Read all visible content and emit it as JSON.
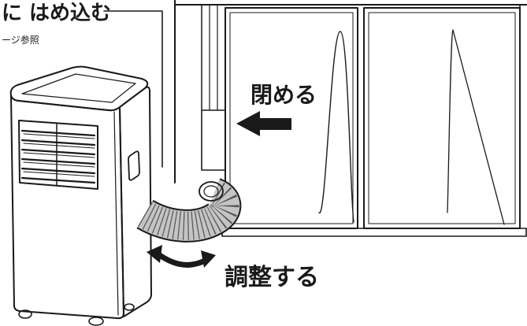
{
  "labels": {
    "insert": "に はめ込む",
    "page_ref": "ージ参照",
    "close": "閉める",
    "adjust": "調整する"
  },
  "icons": {
    "close_arrow": "left-arrow-icon",
    "adjust_arrow": "curved-double-arrow-icon"
  },
  "colors": {
    "line": "#1a1a1a",
    "panel_fill": "#cfcfcf",
    "hose_fill": "#c4c4c4",
    "hose_rib": "#555555",
    "background": "#ffffff"
  }
}
